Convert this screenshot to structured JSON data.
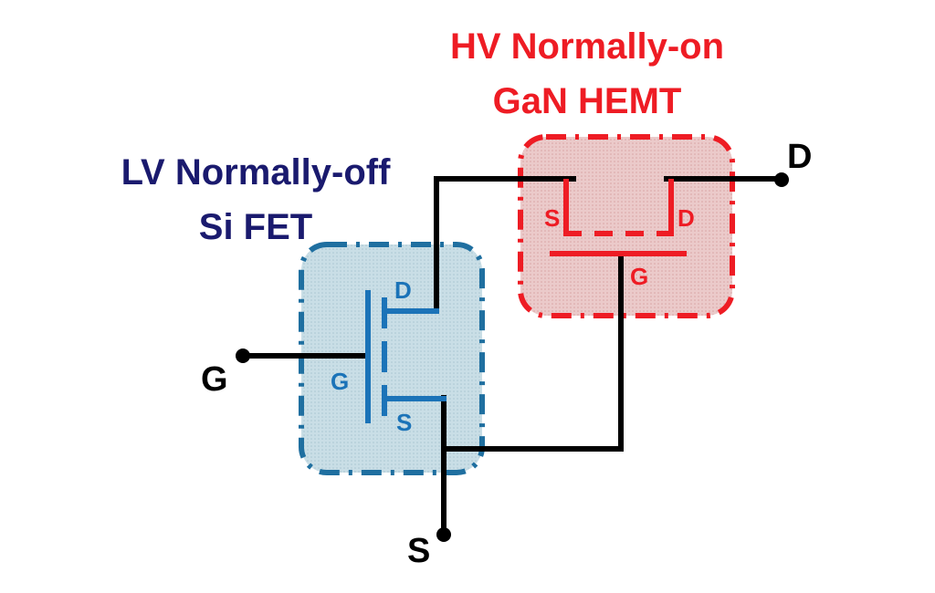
{
  "titles": {
    "hv_line1": "HV Normally-on",
    "hv_line2": "GaN HEMT",
    "lv_line1": "LV Normally-off",
    "lv_line2": "Si FET"
  },
  "terminals": {
    "drain": "D",
    "gate": "G",
    "source": "S"
  },
  "gan_pins": {
    "source": "S",
    "drain": "D",
    "gate": "G"
  },
  "si_pins": {
    "drain": "D",
    "gate": "G",
    "source": "S"
  },
  "colors": {
    "wire": "#000000",
    "gan": "#ee1c24",
    "gan_fill": "#e7c4c4",
    "si": "#1b73b8",
    "si_box": "#1f6fa0",
    "si_fill": "#c5dbe4",
    "lv_title": "#1a1a6e"
  }
}
